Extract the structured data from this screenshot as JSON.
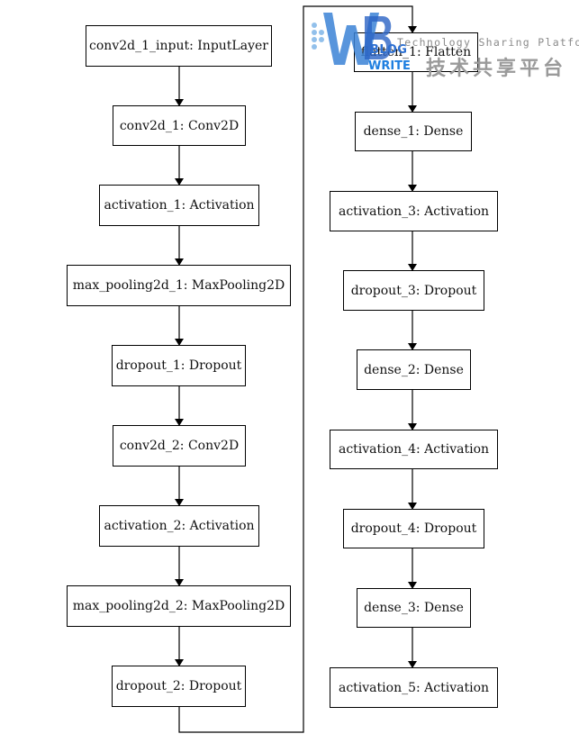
{
  "diagram": {
    "left_column": [
      "conv2d_1_input: InputLayer",
      "conv2d_1: Conv2D",
      "activation_1: Activation",
      "max_pooling2d_1: MaxPooling2D",
      "dropout_1: Dropout",
      "conv2d_2: Conv2D",
      "activation_2: Activation",
      "max_pooling2d_2: MaxPooling2D",
      "dropout_2: Dropout"
    ],
    "right_column": [
      "flatten_1: Flatten",
      "dense_1: Dense",
      "activation_3: Activation",
      "dropout_3: Dropout",
      "dense_2: Dense",
      "activation_4: Activation",
      "dropout_4: Dropout",
      "dense_3: Dense",
      "activation_5: Activation"
    ]
  },
  "watermark": {
    "blog": "BLOG",
    "write": "WRITE",
    "tagline": "Technology Sharing Platform",
    "chinese": "技术共享平台"
  }
}
